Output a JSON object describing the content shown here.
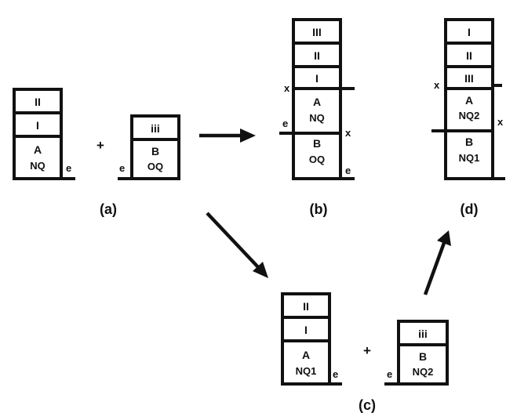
{
  "panels": {
    "a": {
      "label": "(a)",
      "left_stack": {
        "layers": [
          "II",
          "I"
        ],
        "core_top": "A",
        "core_bottom": "NQ",
        "edge": "e"
      },
      "plus": "+",
      "right_stack": {
        "layers": [
          "iii"
        ],
        "core_top": "B",
        "core_bottom": "OQ",
        "edge": "e"
      }
    },
    "b": {
      "label": "(b)",
      "layers": [
        "III",
        "II",
        "I"
      ],
      "upper_core": {
        "top": "A",
        "bottom": "NQ"
      },
      "lower_core": {
        "top": "B",
        "bottom": "OQ"
      },
      "mark_x_left": "x",
      "mark_x_right": "x",
      "mark_e_left": "e",
      "mark_e_right": "e"
    },
    "c": {
      "label": "(c)",
      "left_stack": {
        "layers": [
          "II",
          "I"
        ],
        "core_top": "A",
        "core_bottom": "NQ1",
        "edge": "e"
      },
      "plus": "+",
      "right_stack": {
        "layers": [
          "iii"
        ],
        "core_top": "B",
        "core_bottom": "NQ2",
        "edge": "e"
      }
    },
    "d": {
      "label": "(d)",
      "layers": [
        "I",
        "II",
        "III"
      ],
      "upper_core": {
        "top": "A",
        "bottom": "NQ2"
      },
      "lower_core": {
        "top": "B",
        "bottom": "NQ1"
      },
      "mark_x_left": "x",
      "mark_x_right": "x"
    }
  }
}
